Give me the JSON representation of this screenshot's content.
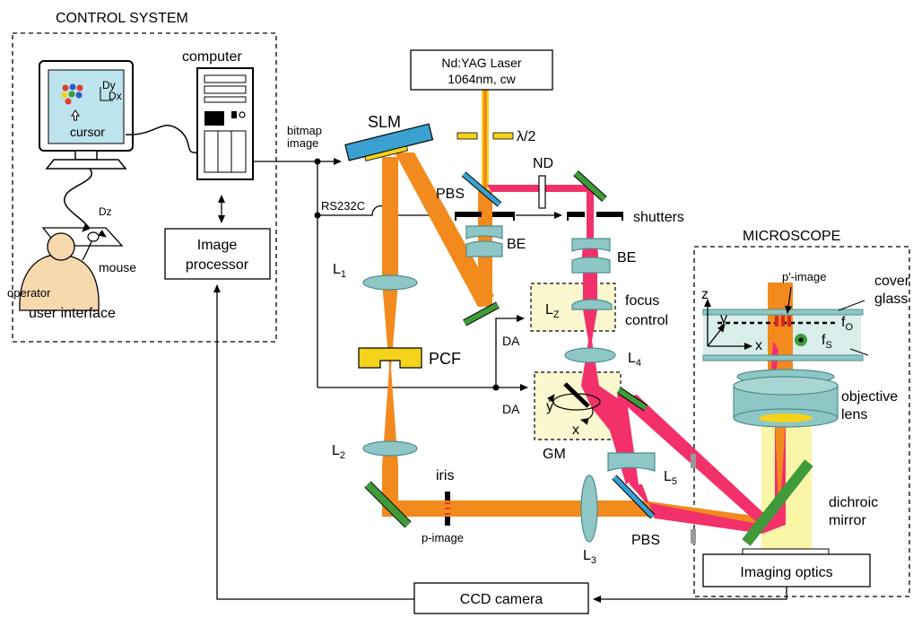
{
  "control_system": {
    "title": "CONTROL SYSTEM",
    "computer_label": "computer",
    "monitor": {
      "dy": "Dy",
      "dx": "Dx",
      "cursor": "cursor"
    },
    "dz": "Dz",
    "mouse": "mouse",
    "operator": "operator",
    "user_interface": "user interface",
    "image_processor": [
      "Image",
      "processor"
    ]
  },
  "signals": {
    "bitmap_image": [
      "bitmap",
      "image"
    ],
    "rs232c": "RS232C",
    "da_focus": "DA",
    "da_gm": "DA"
  },
  "optics": {
    "laser": [
      "Nd:YAG Laser",
      "1064nm, cw"
    ],
    "half_wave": "λ/2",
    "slm": "SLM",
    "nd": "ND",
    "pbs_top": "PBS",
    "shutters": "shutters",
    "be_left": "BE",
    "be_right": "BE",
    "l1": "L",
    "l1_sub": "1",
    "l2": "L",
    "l2_sub": "2",
    "l3": "L",
    "l3_sub": "3",
    "l4": "L",
    "l4_sub": "4",
    "l5": "L",
    "l5_sub": "5",
    "lz": "L",
    "lz_sub": "Z",
    "focus_control": [
      "focus",
      "control"
    ],
    "pcf": "PCF",
    "iris": "iris",
    "p_image": "p-image",
    "gm": "GM",
    "gm_x": "x",
    "gm_y": "y",
    "pbs_bottom": "PBS",
    "dichroic": [
      "dichroic",
      "mirror"
    ],
    "imaging_optics": "Imaging optics",
    "ccd_camera": "CCD camera"
  },
  "microscope": {
    "title": "MICROSCOPE",
    "p_prime_image": "p'-image",
    "cover_glass": [
      "cover",
      "glass"
    ],
    "axis_z": "z",
    "axis_y": "y",
    "axis_x": "x",
    "fo": "f",
    "fo_sub": "O",
    "fs": "f",
    "fs_sub": "S",
    "objective": [
      "objective",
      "lens"
    ]
  },
  "colors": {
    "laser_beam": "#f28a1e",
    "trap_beam": "#f2316b",
    "lens": "#8ec7c6",
    "lens_stroke": "#4f8c8c",
    "mirror": "#3f9a3a",
    "pbs": "#3aa0d0",
    "pcf": "#f5d21c",
    "highlight_box": "#fbf8cf",
    "imaging_light": "#fbf5a8"
  }
}
